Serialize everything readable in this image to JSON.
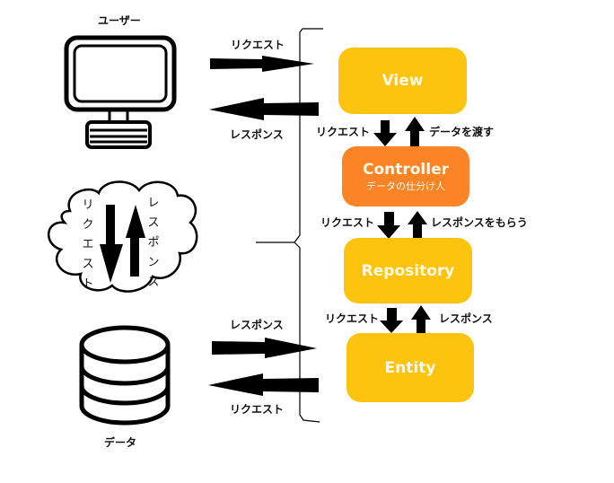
{
  "left": {
    "user_label": "ユーザー",
    "data_label": "データ",
    "user_request_label": "リクエスト",
    "user_response_label": "レスポンス",
    "data_response_label": "レスポンス",
    "data_request_label": "リクエスト",
    "cloud_request_chars": [
      "リ",
      "ク",
      "エ",
      "ス",
      "ト"
    ],
    "cloud_response_chars": [
      "レ",
      "ス",
      "ポ",
      "ン",
      "ス"
    ]
  },
  "layers": [
    {
      "id": "view",
      "title": "View",
      "subtitle": "",
      "color": "#FCC40F"
    },
    {
      "id": "controller",
      "title": "Controller",
      "subtitle": "データの仕分け人",
      "color": "#FB8427"
    },
    {
      "id": "repository",
      "title": "Repository",
      "subtitle": "",
      "color": "#FCC40F"
    },
    {
      "id": "entity",
      "title": "Entity",
      "subtitle": "",
      "color": "#FCC40F"
    }
  ],
  "connections": [
    {
      "from": "view",
      "to": "controller",
      "down_label": "リクエスト",
      "up_label": "データを渡す"
    },
    {
      "from": "controller",
      "to": "repository",
      "down_label": "リクエスト",
      "up_label": "レスポンスをもらう"
    },
    {
      "from": "repository",
      "to": "entity",
      "down_label": "リクエスト",
      "up_label": "レスポンス"
    }
  ]
}
